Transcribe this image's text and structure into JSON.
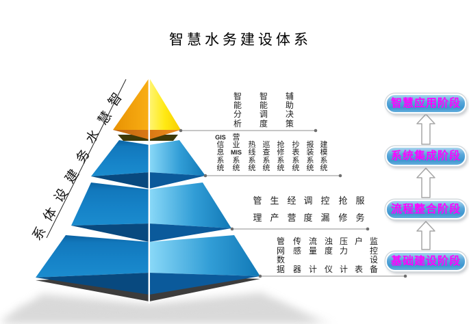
{
  "title": "智慧水务建设体系",
  "side_label": "智慧水务建设体系",
  "levels": [
    {
      "id": "level-1-top",
      "columns": [
        [
          "智",
          "能",
          "分",
          "析"
        ],
        [
          "智",
          "能",
          "调",
          "度"
        ],
        [
          "辅",
          "助",
          "决",
          "策"
        ]
      ]
    },
    {
      "id": "level-2",
      "columns": [
        [
          "GIS",
          "信",
          "息",
          "系",
          "统"
        ],
        [
          "营",
          "业",
          "MIS",
          "系",
          "统"
        ],
        [
          "",
          "热",
          "线",
          "系",
          "统"
        ],
        [
          "",
          "巡",
          "查",
          "系",
          "统"
        ],
        [
          "",
          "抢",
          "修",
          "系",
          "统"
        ],
        [
          "",
          "抄",
          "表",
          "系",
          "统"
        ],
        [
          "",
          "报",
          "装",
          "系",
          "统"
        ],
        [
          "",
          "建",
          "模",
          "系",
          "统"
        ]
      ]
    },
    {
      "id": "level-3",
      "columns": [
        [
          "管",
          "理"
        ],
        [
          "生",
          "产"
        ],
        [
          "经",
          "营"
        ],
        [
          "调",
          "度"
        ],
        [
          "控",
          "漏"
        ],
        [
          "抢",
          "修"
        ],
        [
          "服",
          "务"
        ]
      ]
    },
    {
      "id": "level-4-base",
      "columns": [
        [
          "管",
          "网",
          "数",
          "据"
        ],
        [
          "传",
          "感",
          "",
          "器"
        ],
        [
          "流",
          "量",
          "",
          "计"
        ],
        [
          "浊",
          "度",
          "",
          "仪"
        ],
        [
          "压",
          "力",
          "",
          "计"
        ],
        [
          "户",
          "",
          "",
          "表"
        ],
        [
          "监",
          "控",
          "设",
          "备"
        ]
      ]
    }
  ],
  "stages": [
    {
      "label": "智慧应用阶段"
    },
    {
      "label": "系统集成阶段"
    },
    {
      "label": "流程整合阶段"
    },
    {
      "label": "基础建设阶段"
    }
  ],
  "colors": {
    "stage_text": "#ff00ff",
    "badge_blue": "#3e97d0",
    "pyramid_orange": "#f5a00c",
    "pyramid_yellow": "#ffe413",
    "pyramid_blue": "#1480c6",
    "pyramid_dark_blue": "#0b5a9b"
  }
}
